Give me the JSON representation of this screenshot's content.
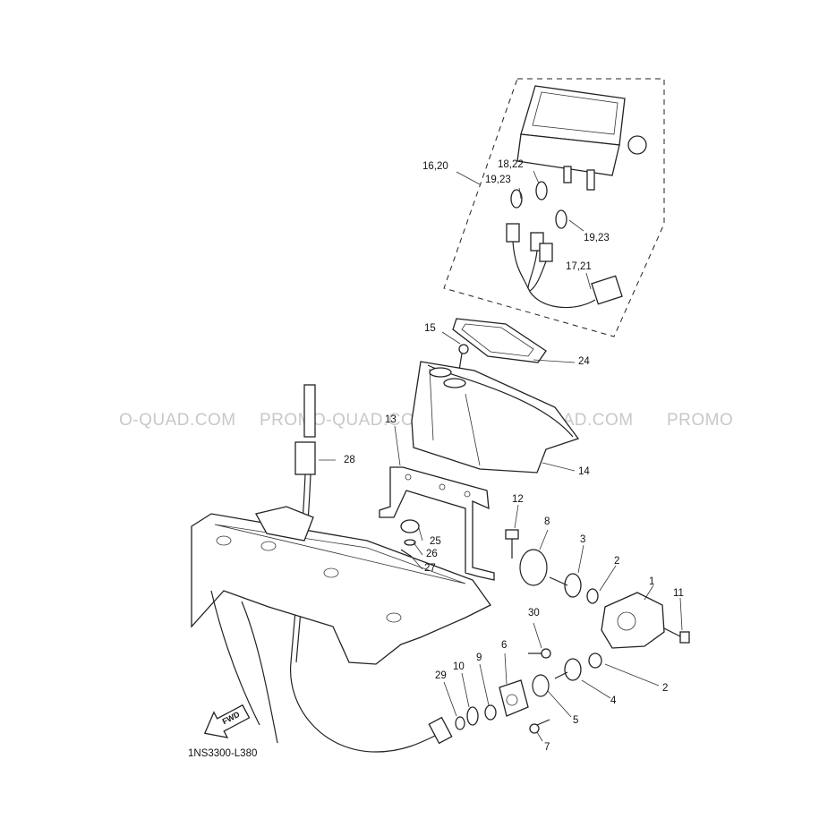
{
  "diagram": {
    "watermarks": [
      "O-QUAD.COM",
      "PROMO-QUAD.COM",
      "PROMO-QUAD.COM",
      "PROMO"
    ],
    "drawing_code": "1NS3300-L380",
    "fwd_label": "FWD",
    "callouts": {
      "c1": "1",
      "c2a": "2",
      "c2b": "2",
      "c3": "3",
      "c4": "4",
      "c5": "5",
      "c6": "6",
      "c7": "7",
      "c8": "8",
      "c9": "9",
      "c10": "10",
      "c11": "11",
      "c12": "12",
      "c13": "13",
      "c14": "14",
      "c15": "15",
      "c16_20": "16,20",
      "c17_21": "17,21",
      "c18_22": "18,22",
      "c19_23a": "19,23",
      "c19_23b": "19,23",
      "c24": "24",
      "c25": "25",
      "c26": "26",
      "c27": "27",
      "c28": "28",
      "c29": "29",
      "c30": "30"
    }
  }
}
